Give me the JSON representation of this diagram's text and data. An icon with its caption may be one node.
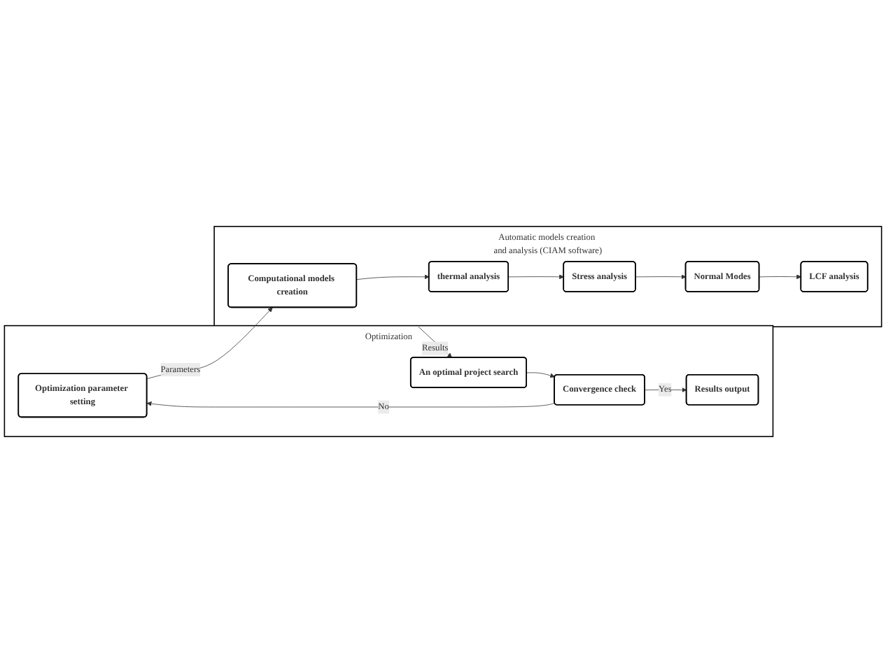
{
  "diagram": {
    "nodes": [
      {
        "text": [
          "Optimization"
        ]
      },
      {
        "text": [
          "Optimization parameter setting"
        ],
        "in": 0
      },
      {
        "text": [
          "An optimal project search"
        ],
        "in": 0
      },
      {
        "text": [
          "Convergence check"
        ],
        "in": 0
      },
      {
        "text": [
          "Results output"
        ],
        "in": 0
      },
      {
        "text": [
          "Automatic models creation and analysis (CIAM software)"
        ]
      },
      {
        "text": [
          "Computational models creation"
        ],
        "in": 5
      },
      {
        "text": [
          "thermal analysis"
        ],
        "in": 5
      },
      {
        "text": [
          "Stress analysis"
        ],
        "in": 5
      },
      {
        "text": [
          "Normal Modes"
        ],
        "in": 5
      },
      {
        "text": [
          "LCF analysis"
        ],
        "in": 5
      }
    ],
    "edges": [
      {
        "from": 1,
        "to": 6,
        "arrow": "to",
        "label": "Parameters"
      },
      {
        "from": 6,
        "to": 7,
        "arrow": "to"
      },
      {
        "from": 7,
        "to": 8,
        "arrow": "to"
      },
      {
        "from": 8,
        "to": 9,
        "arrow": "to"
      },
      {
        "from": 9,
        "to": 10,
        "arrow": "to"
      },
      {
        "from": 5,
        "to": 2,
        "arrow": "to",
        "label": "Results"
      },
      {
        "from": 2,
        "to": 3,
        "arrow": "to"
      },
      {
        "from": 3,
        "to": 1,
        "arrow": "to",
        "label": "No"
      },
      {
        "from": 3,
        "to": 4,
        "arrow": "to",
        "label": "Yes"
      }
    ]
  }
}
